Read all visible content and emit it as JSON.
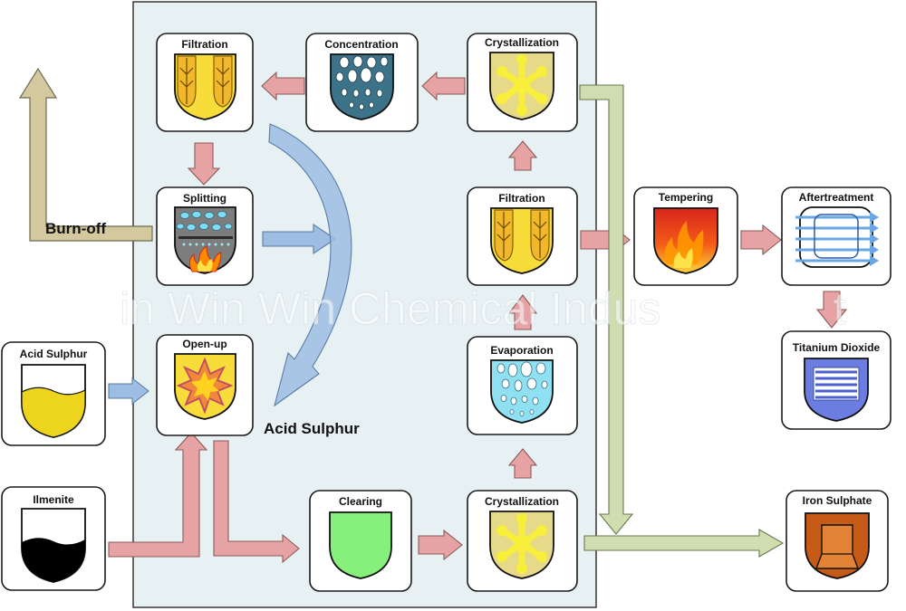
{
  "watermark": "in Win Win Chemical Indus",
  "watermark_tail": "t",
  "labels": {
    "burn_off": "Burn-off",
    "acid_sulphur_flow": "Acid Sulphur"
  },
  "steps": {
    "filtration_top": "Filtration",
    "concentration": "Concentration",
    "crystallization_top": "Crystallization",
    "splitting": "Splitting",
    "filtration_mid": "Filtration",
    "tempering": "Tempering",
    "aftertreatment": "Aftertreatment",
    "titanium_dioxide": "Titanium Dioxide",
    "acid_sulphur": "Acid Sulphur",
    "open_up": "Open-up",
    "evaporation": "Evaporation",
    "ilmenite": "Ilmenite",
    "clearing": "Clearing",
    "crystallization_bottom": "Crystallization",
    "iron_sulphate": "Iron Sulphate"
  },
  "colors": {
    "panel": "#e7f1f4",
    "salmon_arrow": "#e7a3a3",
    "green_arrow": "#cfddb0",
    "blue_arrow": "#9dbde2",
    "tan_arrow": "#d3c89e",
    "leaf_yellow": "#f7dc3a",
    "concentrate": "#3c7389",
    "crystal_bg": "#e7d98a",
    "splitting_grey": "#7d7d7d",
    "fire_red": "#e0301e",
    "fire_orange": "#ff9a00",
    "water_blue": "#8fe0f0",
    "green_fill": "#86f07a",
    "iron_brown": "#c55b16",
    "titanium_blue": "#6b7de0",
    "sulphur_yellow": "#ecd51c",
    "ilmenite_black": "#000000"
  }
}
